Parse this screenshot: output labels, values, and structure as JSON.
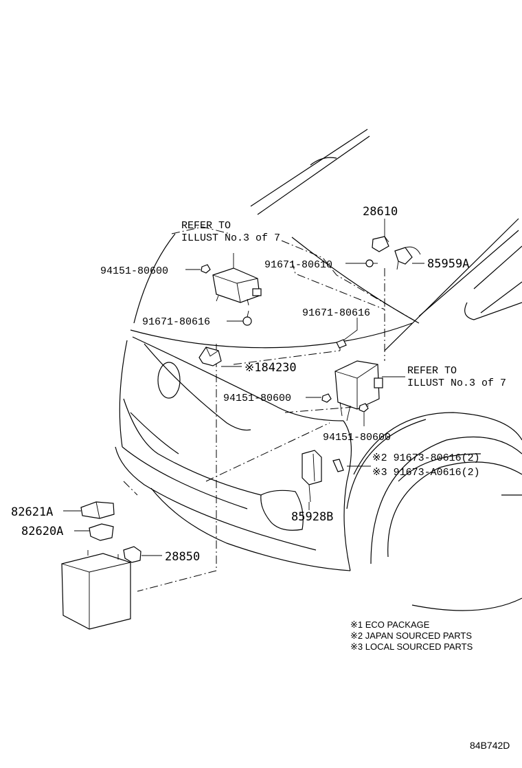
{
  "callouts": {
    "refer_left": [
      "REFER TO",
      "ILLUST No.3 of 7"
    ],
    "refer_right": [
      "REFER TO",
      "ILLUST No.3 of 7"
    ],
    "p28610": "28610",
    "p85959a": "85959A",
    "p91671_80610": "91671-80610",
    "p94151_80600_top": "94151-80600",
    "p91671_80616_left": "91671-80616",
    "p91671_80616_right": "91671-80616",
    "p84230": "※184230",
    "p94151_80600_mid": "94151-80600",
    "p94151_80600_low": "94151-80600",
    "p91673_80616": "※2 91673-80616(2)",
    "p91673_a0616": "※3 91673-A0616(2)",
    "p85928b": "85928B",
    "p82621a": "82621A",
    "p82620a": "82620A",
    "p28850": "28850"
  },
  "notes": [
    "※1 ECO PACKAGE",
    "※2 JAPAN SOURCED PARTS",
    "※3 LOCAL SOURCED PARTS"
  ],
  "diagram_code": "84B742D"
}
